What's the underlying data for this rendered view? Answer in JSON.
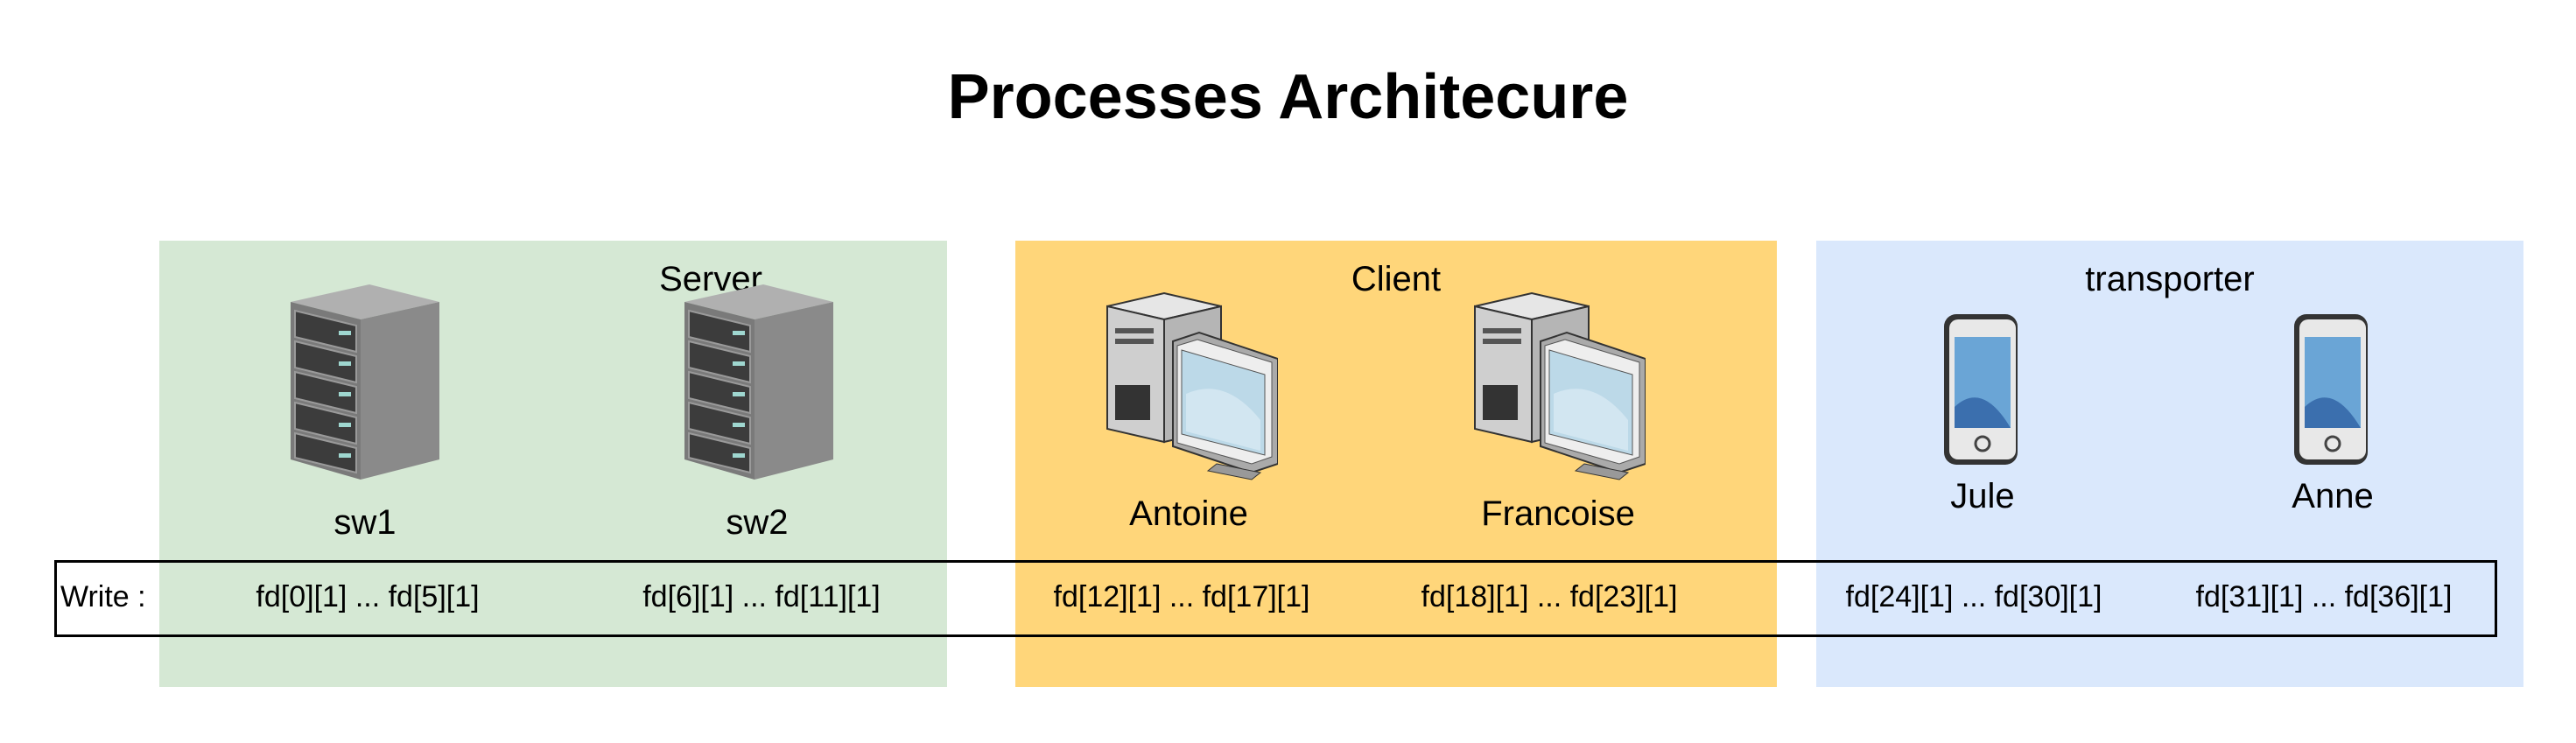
{
  "title": "Processes Architecure",
  "groups": [
    {
      "label": "Server",
      "color": "#d5e8d4"
    },
    {
      "label": "Client",
      "color": "#ffd67a"
    },
    {
      "label": "transporter",
      "color": "#dae8fc"
    }
  ],
  "nodes": [
    {
      "label": "sw1",
      "icon": "server-rack-icon"
    },
    {
      "label": "sw2",
      "icon": "server-rack-icon"
    },
    {
      "label": "Antoine",
      "icon": "desktop-computer-icon"
    },
    {
      "label": "Francoise",
      "icon": "desktop-computer-icon"
    },
    {
      "label": "Jule",
      "icon": "mobile-phone-icon"
    },
    {
      "label": "Anne",
      "icon": "mobile-phone-icon"
    }
  ],
  "write_bar": {
    "label": "Write :",
    "ranges": [
      "fd[0][1] ... fd[5][1]",
      "fd[6][1] ... fd[11][1]",
      "fd[12][1] ... fd[17][1]",
      "fd[18][1] ... fd[23][1]",
      "fd[24][1] ... fd[30][1]",
      "fd[31][1] ... fd[36][1]"
    ]
  }
}
